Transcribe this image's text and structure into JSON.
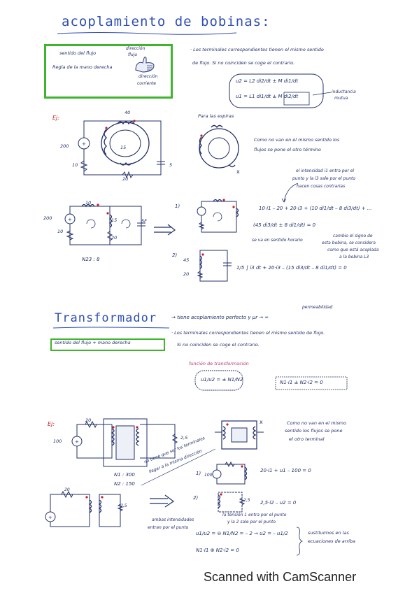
{
  "section1": {
    "title": "acoplamiento de bobinas:",
    "box_line1": "sentido del flujo",
    "box_line2": "Regla de la mano derecha",
    "hand_label1": "dirección",
    "hand_label2": "flujo",
    "hand_label3": "dirección",
    "hand_label4": "corriente",
    "note1": "· Los terminales correspondientes tienen el mismo sentido",
    "note2": "de flujo. Si no coinciden se coge el contrario.",
    "formula1": "u2 = L2 di2/dt ± M di1/dt",
    "formula2": "u1 = L1 di1/dt ± M di2/dt",
    "inductance_label1": "inductancia",
    "inductance_label2": "mutua",
    "example_label": "Ej:",
    "para_espiras": "Para las espiras",
    "note_flujo1": "Como no van en el mismo sentido los",
    "note_flujo2": "flujos se pone el otro término",
    "note_entra1": "el intensidad i1 entra por el",
    "note_entra2": "punto y la i3 sale por el punto",
    "note_entra3": "hacen cosas contrarias",
    "eq1": "10·i1 – 20 + 20·i3 + (10 di1/dt – 8 di3/dt) + ...",
    "eq2": "(45 di3/dt ± 8 di1/dt) = 0",
    "sentido": "se va en sentido horario",
    "note_cambio1": "cambio el signo de",
    "note_cambio2": "esta bobina, se considera",
    "note_cambio3": "como que está acoplada",
    "note_cambio4": "a la bobina L3",
    "n23": "N23 : 8",
    "eq3": "1/5 ∫ i3 dt + 20·i3 – (15 di3/dt – 8 di1/dt) = 0",
    "mesh1": "1)",
    "mesh2": "2)"
  },
  "section2": {
    "title": "Transformador",
    "desc_line": "→ tiene acoplamiento perfecto y μr → ∞",
    "perm": "permeabilidad",
    "box_text": "sentido del flujo + mano derecha",
    "note1": "· Los terminales correspondientes tienen el mismo sentido de flujo.",
    "note2": "Si no coinciden se coge el contrario.",
    "funcion": "función de transformación",
    "ratio": "u1/u2 = ± N1/N2",
    "current_relation": "N1·i1 ± N2·i2 = 0",
    "example_label": "Ej:",
    "note_flujos1": "Como no van en el mismo",
    "note_flujos2": "sentido los flujos se pone",
    "note_flujos3": "el otro terminal",
    "n1": "N1 : 300",
    "n2": "N2 : 150",
    "diag_note1": "no tiene que ser los terminales",
    "diag_note2": "llegar a la misma dirección",
    "mesh_eq1": "20·i1 + u1 – 100 = 0",
    "mesh_eq2": "2,5·i2 – u2 = 0",
    "ambas1": "ambas intensidades",
    "ambas2": "entran por el punto",
    "tension1": "la tensión 1 entra por el punto",
    "tension2": "y la 2 sale por el punto",
    "ratio_eq": "u1/u2 = ⊖ N1/N2 = – 2 → u2 = – u1/2",
    "current_eq": "N1·I1 ⊕ N2·i2 = 0",
    "sustituimos1": "sustituimos en las",
    "sustituimos2": "ecuaciones de arriba"
  },
  "labels": {
    "v200": "200",
    "r10": "10",
    "r20": "20",
    "c5": "5",
    "l15": "15",
    "l10": "10",
    "l40": "40",
    "l45": "45",
    "r25": "2,5",
    "v100": "100",
    "c5f": "5F"
  },
  "footer": "Scanned with CamScanner"
}
